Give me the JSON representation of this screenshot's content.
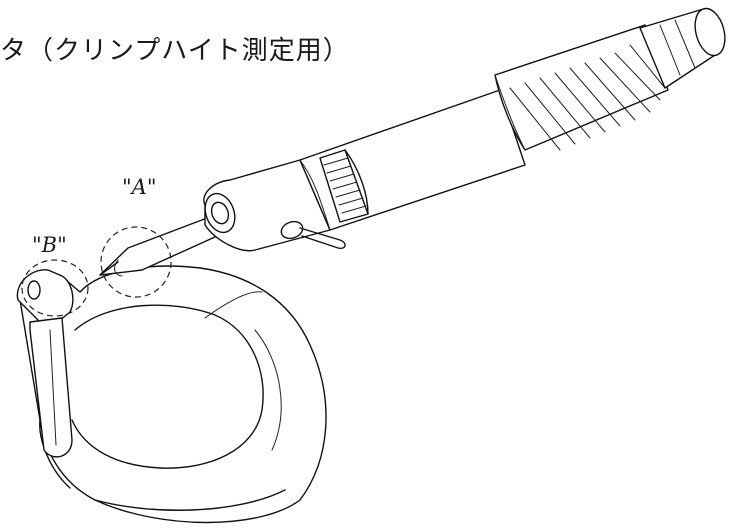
{
  "title": "タ（クリンプハイト測定用）",
  "labels": {
    "a": "\"A\"",
    "b": "\"B\""
  },
  "icons": {
    "instrument": "micrometer-illustration"
  }
}
